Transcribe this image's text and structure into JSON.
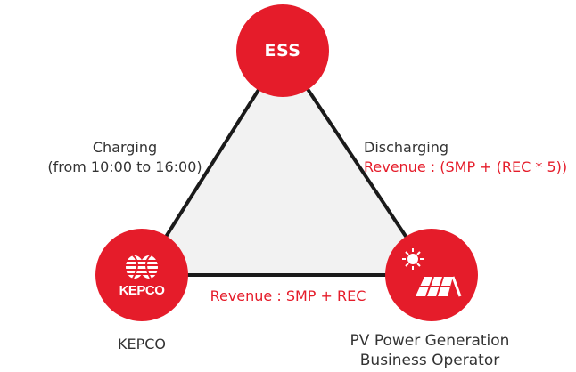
{
  "nodes": {
    "ess": {
      "label": "ESS"
    },
    "kepco": {
      "logo_text": "KEPCO",
      "caption": "KEPCO"
    },
    "pv_operator": {
      "caption_line1": "PV Power Generation",
      "caption_line2": "Business Operator"
    }
  },
  "edges": {
    "charging": {
      "line1": "Charging",
      "line2": "(from 10:00 to 16:00)"
    },
    "discharging": {
      "line1": "Discharging",
      "line2": "Revenue : (SMP + (REC * 5))"
    },
    "kepco_pv": {
      "label": "Revenue : SMP + REC"
    }
  },
  "colors": {
    "accent": "#e51c2a",
    "triangle_fill": "#f2f2f2",
    "triangle_stroke": "#1a1a1a",
    "text_dark": "#333333"
  },
  "icons": {
    "kepco_logo": "kepco-logo-icon",
    "pv_panel": "solar-panel-icon",
    "sun": "sun-icon"
  }
}
